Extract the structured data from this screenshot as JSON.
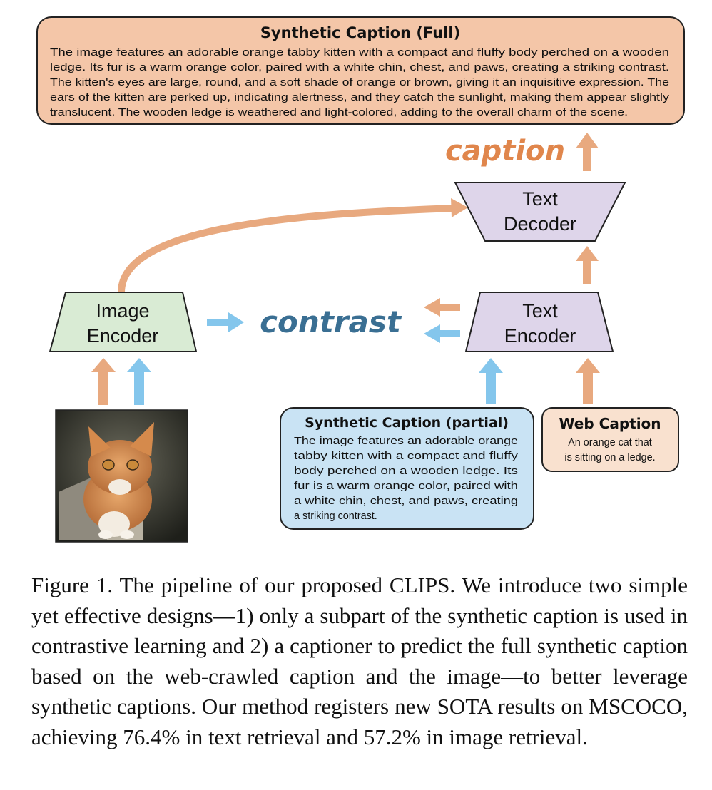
{
  "colors": {
    "orange_arrow": "#e8a97f",
    "blue_arrow": "#84c6ec",
    "full_caption_fill": "#f4c6a8",
    "partial_caption_fill": "#c9e3f4",
    "web_caption_fill": "#f9e1cf",
    "image_encoder_fill": "#d9ebd4",
    "text_module_fill": "#ded5ea",
    "caption_word": "#e0864c",
    "contrast_word": "#3a6f93"
  },
  "full_caption": {
    "title": "Synthetic Caption (Full)",
    "lines": [
      "The image features an adorable orange tabby kitten with a compact and fluffy body perched on a wooden",
      "ledge. Its fur is a warm orange color, paired with a white chin, chest, and paws, creating a striking contrast.",
      "The kitten's eyes are large, round, and a soft shade of orange or brown, giving it an inquisitive expression. The",
      "ears of the kitten are perked up, indicating alertness, and they catch the sunlight, making them appear slightly",
      "translucent. The wooden ledge is weathered and light-colored, adding to the overall charm of the scene."
    ]
  },
  "caption_word": "caption",
  "contrast_word": "contrast",
  "text_decoder": {
    "line1": "Text",
    "line2": "Decoder"
  },
  "image_encoder": {
    "line1": "Image",
    "line2": "Encoder"
  },
  "text_encoder": {
    "line1": "Text",
    "line2": "Encoder"
  },
  "partial_caption": {
    "title": "Synthetic Caption (partial)",
    "lines": [
      "The image features an adorable orange",
      "tabby kitten with a compact and fluffy",
      "body perched on a wooden ledge. Its",
      "fur is a warm orange color, paired with",
      "a white chin, chest, and paws, creating",
      "a striking contrast."
    ]
  },
  "web_caption": {
    "title": "Web Caption",
    "lines": [
      "An orange cat that",
      "is sitting on a ledge."
    ]
  },
  "figure_caption": "Figure 1. The pipeline of our proposed CLIPS. We introduce two simple yet effective designs—1) only a subpart of the synthetic caption is used in contrastive learning and 2) a captioner to predict the full synthetic caption based on the web-crawled caption and the image—to better leverage synthetic captions. Our method registers new SOTA results on MSCOCO, achieving 76.4% in text retrieval and 57.2% in image retrieval."
}
